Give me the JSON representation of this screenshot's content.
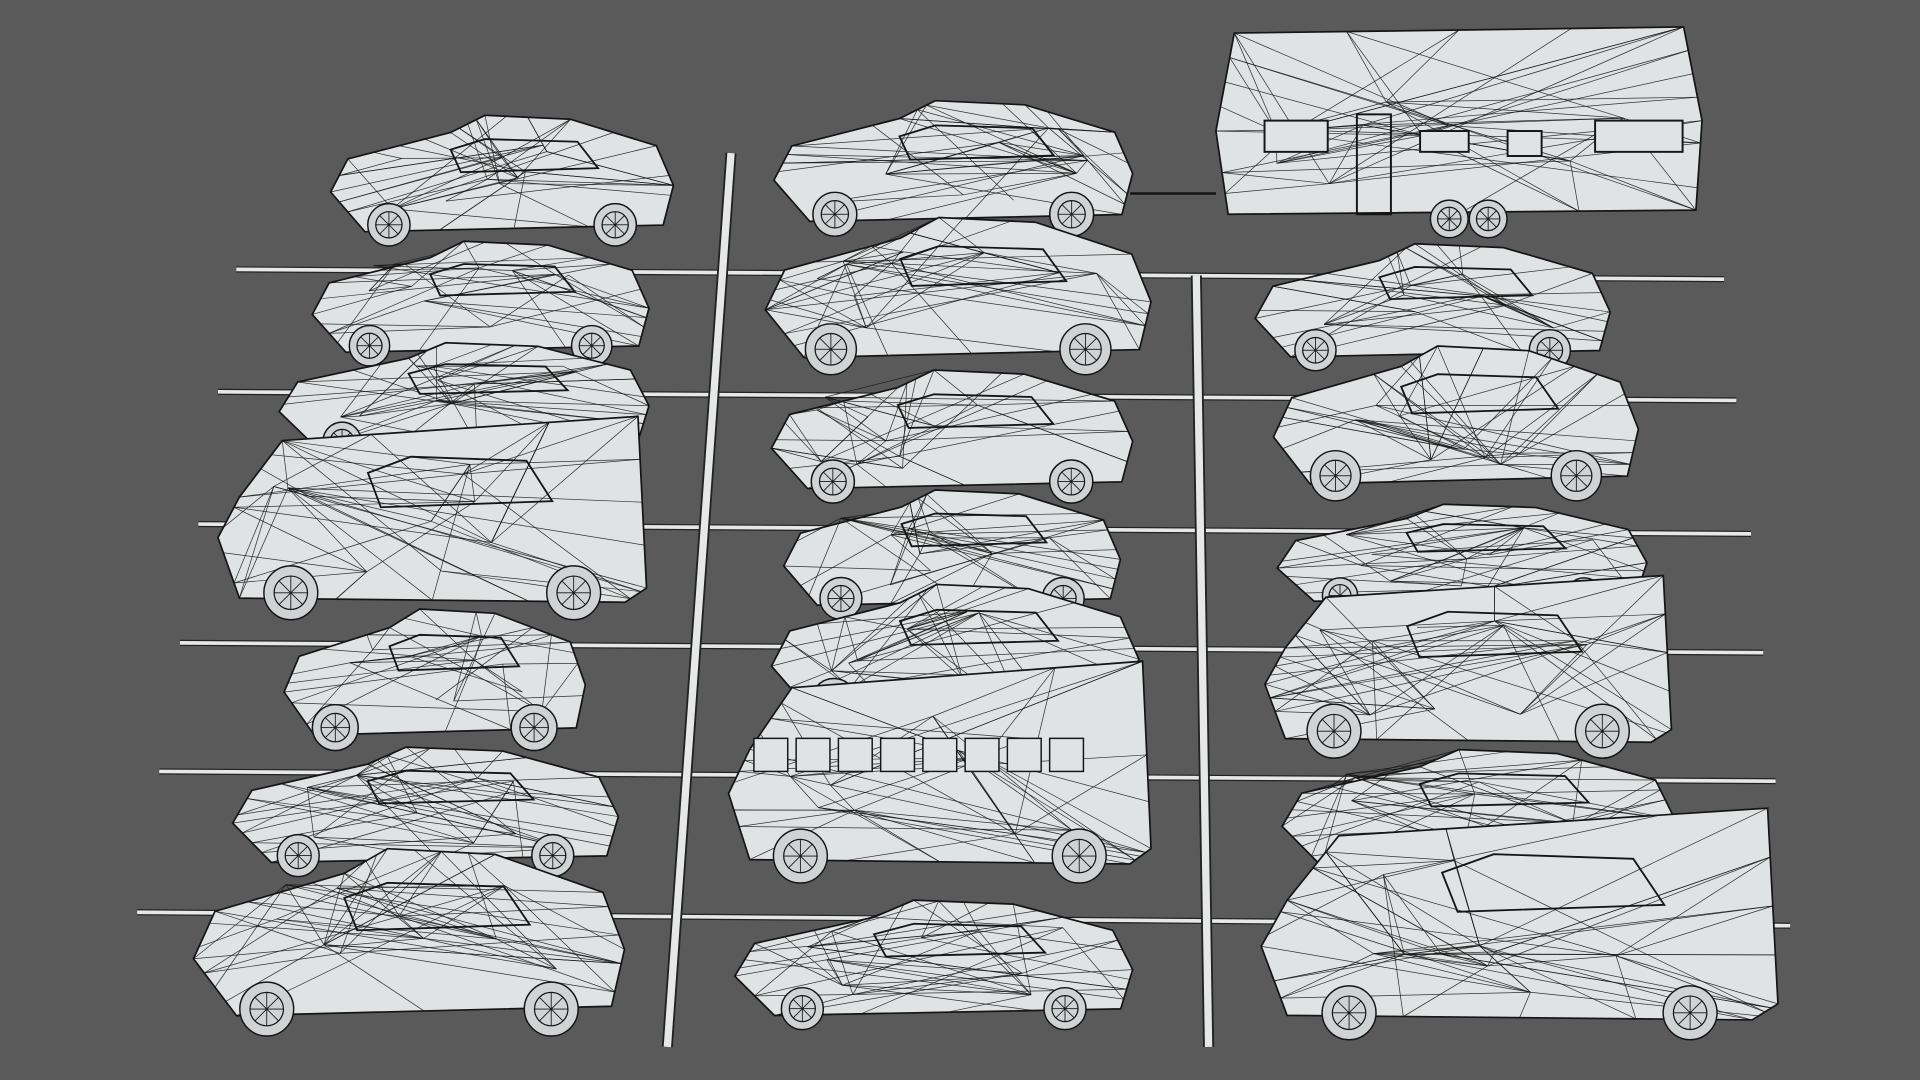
{
  "scene": {
    "background": "#5a5a5a",
    "body_fill": "#dfe3e3",
    "wire_color": "#151515",
    "line_color": "#e6e8e8",
    "vehicle_types": {
      "left_column": [
        "sports-car",
        "sedan",
        "pickup",
        "van",
        "hatchback",
        "sports-car",
        "sedan"
      ],
      "middle_column": [
        "pickup",
        "sedan",
        "sedan",
        "pickup",
        "hot-rod-truck",
        "bus",
        "muscle-car"
      ],
      "right_column": [
        "trailer",
        "sedan",
        "pickup",
        "sedan",
        "van",
        "sports-car",
        "van"
      ]
    }
  }
}
